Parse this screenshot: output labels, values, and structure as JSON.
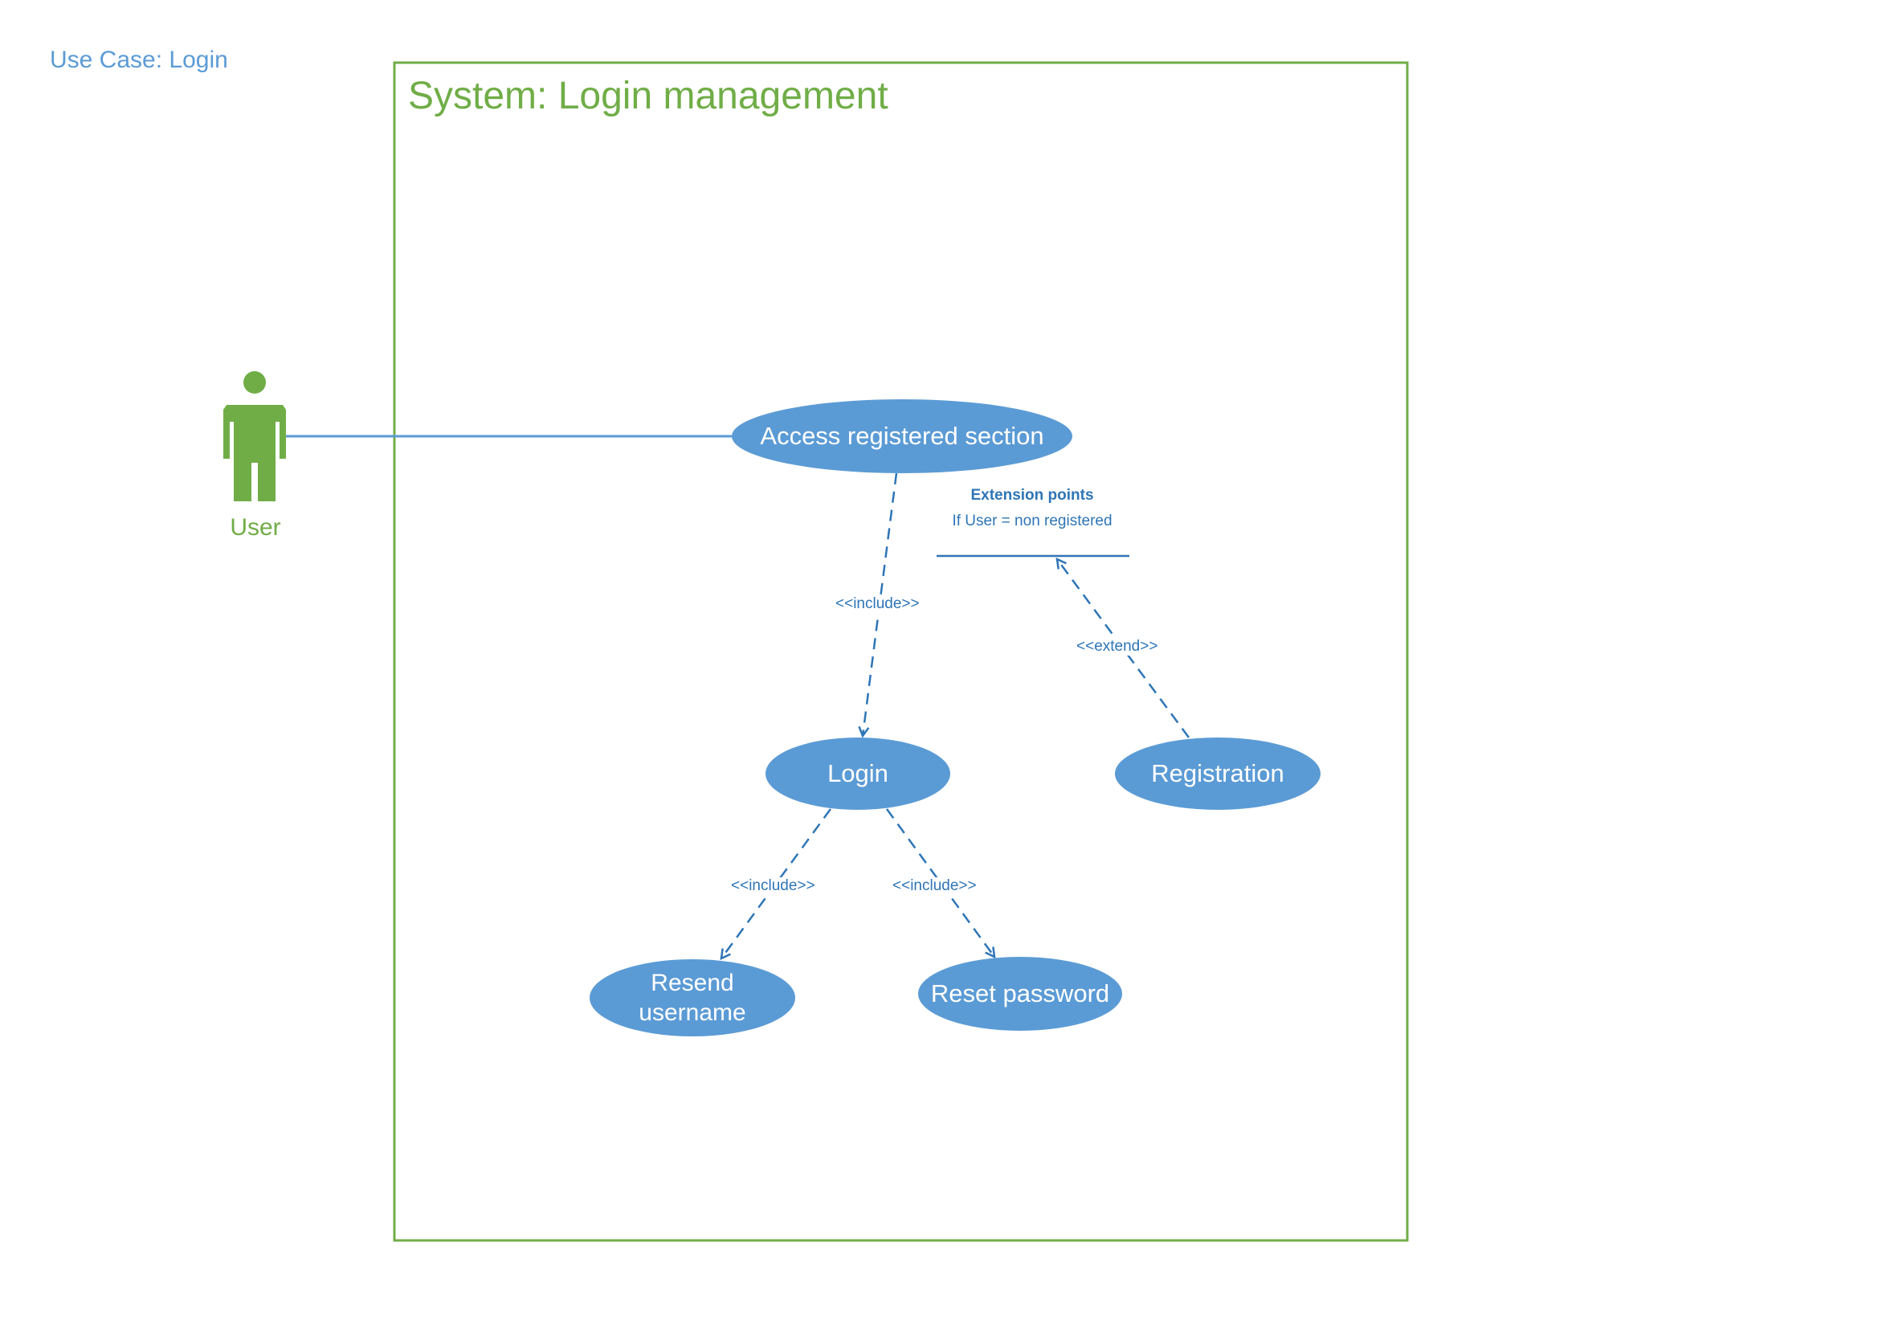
{
  "page_title": "Use Case: Login",
  "system": {
    "title": "System: Login management"
  },
  "actor": {
    "label": "User",
    "icon": "person-icon"
  },
  "use_cases": {
    "access": "Access registered section",
    "login": "Login",
    "registration": "Registration",
    "resend": "Resend username",
    "reset": "Reset password"
  },
  "relations": {
    "access_login": "<<include>>",
    "registration_access": "<<extend>>",
    "login_resend": "<<include>>",
    "login_reset": "<<include>>"
  },
  "extension_points": {
    "title": "Extension points",
    "condition": "If User = non registered"
  },
  "colors": {
    "actor": "#70ad47",
    "system_border": "#70ad47",
    "use_case_fill": "#5b9bd5",
    "use_case_text": "#ffffff",
    "relation_line": "#2e75b6",
    "association_line": "#5b9bd5",
    "page_title": "#5b9bd5"
  }
}
